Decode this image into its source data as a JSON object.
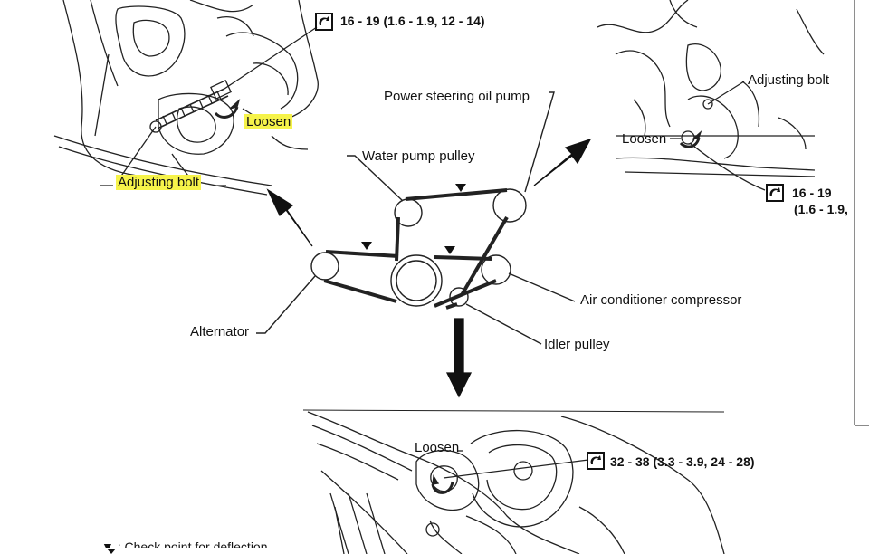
{
  "labels": {
    "power_steering": "Power steering oil pump",
    "water_pump": "Water pump pulley",
    "alternator": "Alternator",
    "ac_compressor": "Air conditioner compressor",
    "idler": "Idler pulley",
    "adjusting_bolt_tl": "Adjusting bolt",
    "loosen_tl": "Loosen",
    "adjusting_bolt_tr": "Adjusting bolt",
    "loosen_tr": "Loosen",
    "loosen_bottom": "Loosen"
  },
  "torque": {
    "top_left": "16 - 19 (1.6 - 1.9, 12 - 14)",
    "top_right_1": "16 - 19",
    "top_right_2": "(1.6 - 1.9,",
    "bottom": "32 - 38 (3.3 - 3.9, 24 - 28)"
  },
  "footer": {
    "note": "▼ : Check point for deflection"
  },
  "colors": {
    "highlight": "#f6f34a",
    "ink": "#111111"
  }
}
